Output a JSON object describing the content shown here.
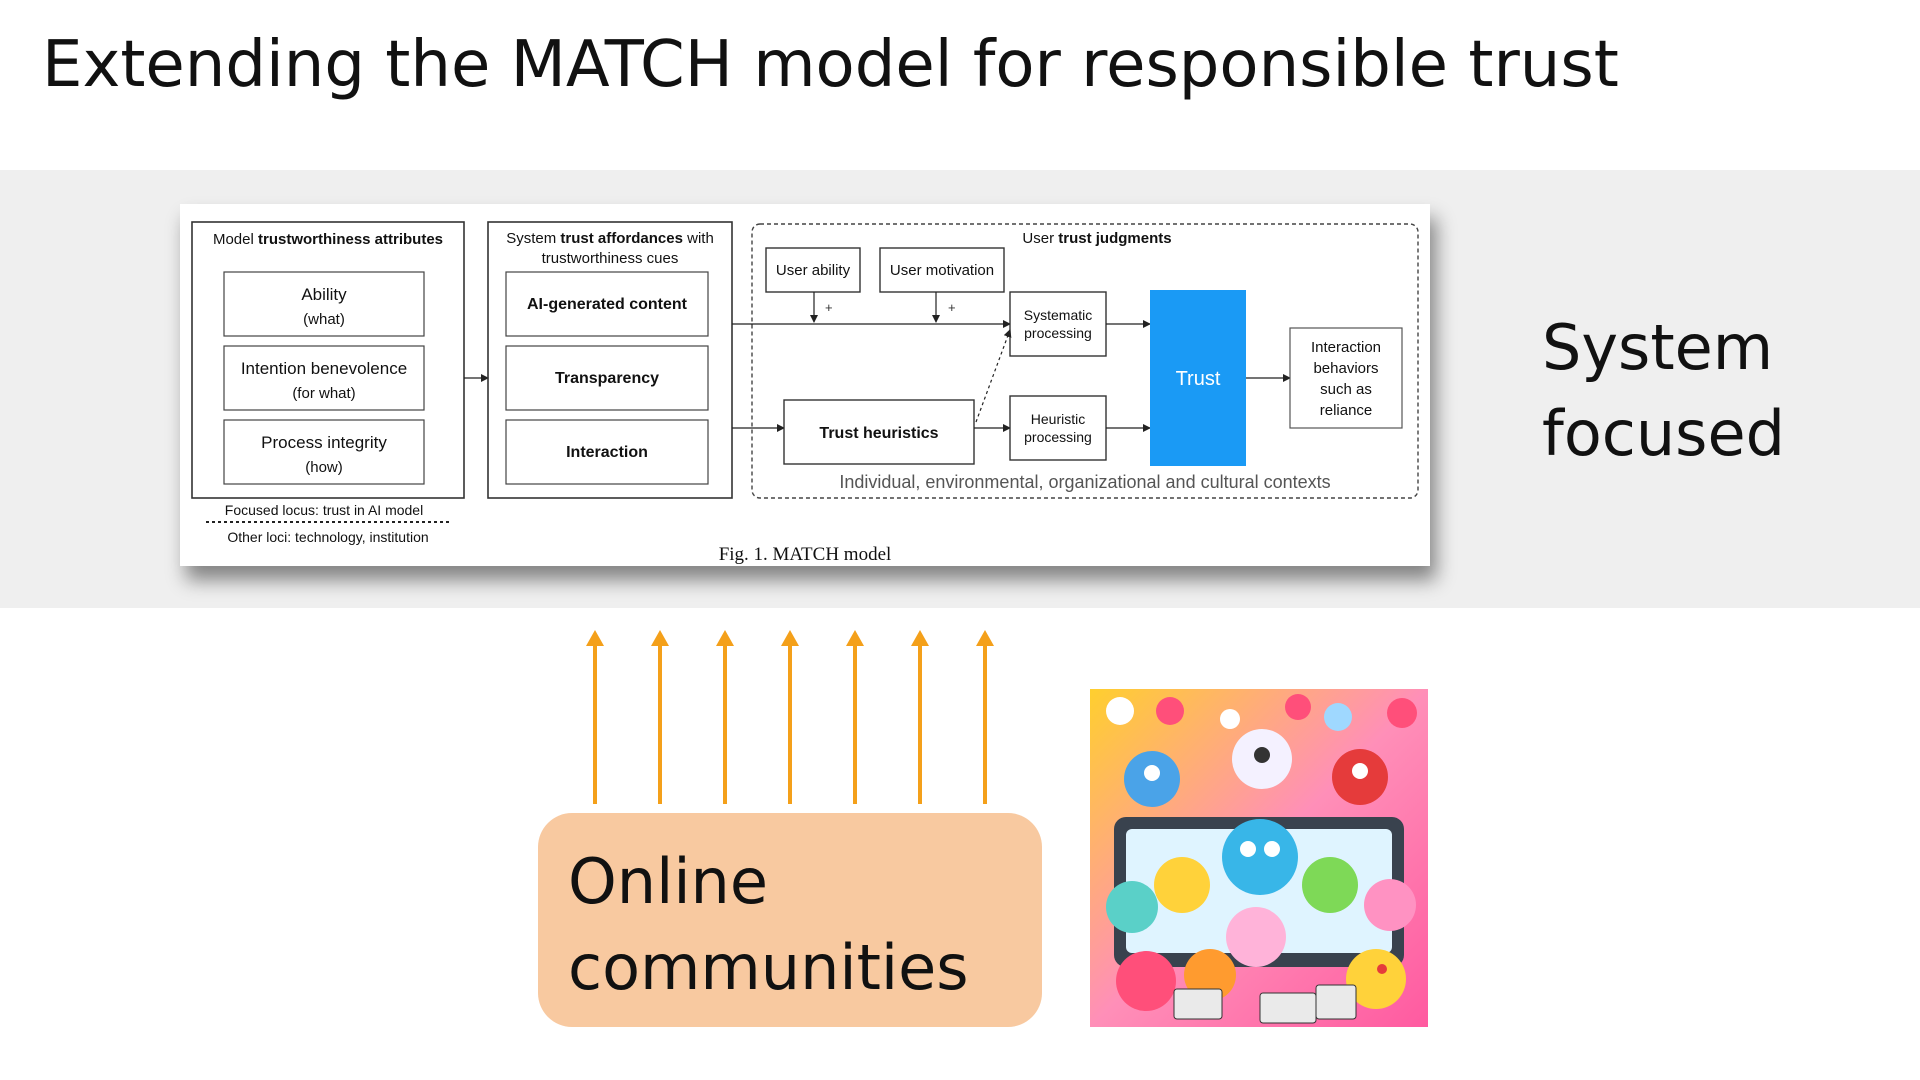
{
  "slide": {
    "title": "Extending the MATCH model for responsible trust",
    "side_label_lines": [
      "System",
      "focused"
    ],
    "community_lines": [
      "Online",
      "communities"
    ],
    "colors": {
      "band": "#efefef",
      "arrow": "#f4a01a",
      "community_box": "#f8c9a0",
      "trust_box": "#1a9af5"
    },
    "arrow_count": 7
  },
  "figure": {
    "caption": "Fig. 1.  MATCH model",
    "panel1": {
      "title_plain": "Model ",
      "title_bold": "trustworthiness attributes",
      "items": [
        {
          "label": "Ability",
          "sub": "(what)"
        },
        {
          "label": "Intention benevolence",
          "sub": "(for what)"
        },
        {
          "label": "Process integrity",
          "sub": "(how)"
        }
      ],
      "focused_locus": "Focused locus: trust in AI model",
      "other_loci": "Other loci: technology, institution"
    },
    "panel2": {
      "title_line1_plain": "System ",
      "title_line1_bold": "trust affordances",
      "title_line1_end": " with",
      "title_line2": "trustworthiness cues",
      "items": [
        "AI-generated content",
        "Transparency",
        "Interaction"
      ]
    },
    "panel3": {
      "title_plain": "User ",
      "title_bold": "trust judgments",
      "user_ability": "User ability",
      "user_motivation": "User motivation",
      "plus": "+",
      "systematic_lines": [
        "Systematic",
        "processing"
      ],
      "heuristic_lines": [
        "Heuristic",
        "processing"
      ],
      "trust_heuristics": "Trust heuristics",
      "trust": "Trust",
      "interaction_lines": [
        "Interaction",
        "behaviors",
        "such as",
        "reliance"
      ],
      "contexts": "Individual, environmental, organizational and cultural contexts"
    }
  }
}
